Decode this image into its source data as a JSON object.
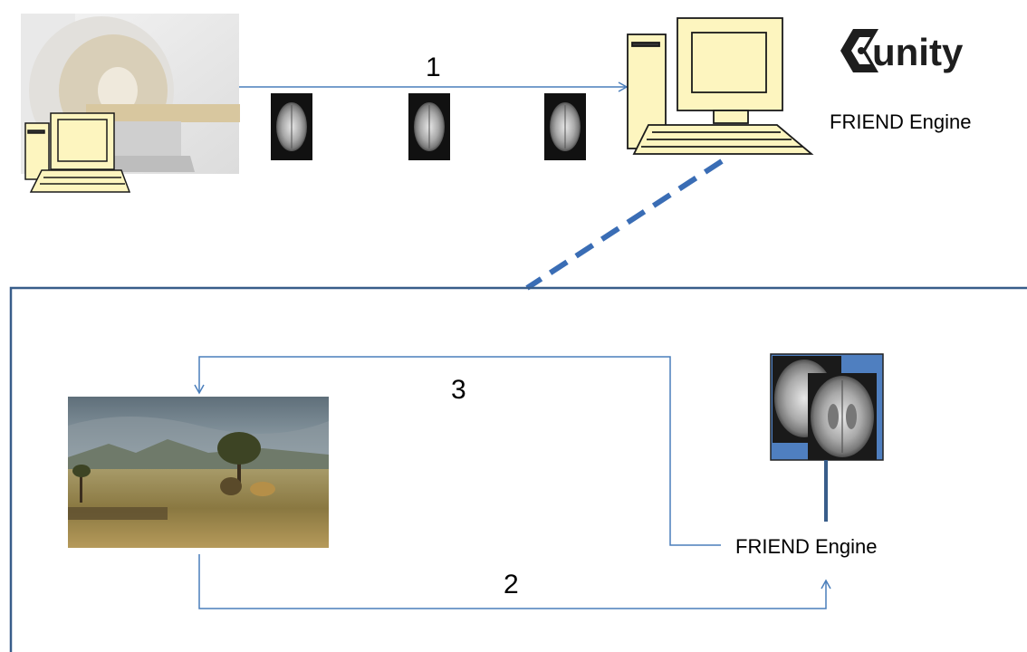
{
  "top": {
    "step1_label": "1",
    "engine_label": "FRIEND Engine",
    "unity_logo_text": "unity"
  },
  "bottom": {
    "step2_label": "2",
    "step3_label": "3",
    "engine_label": "FRIEND Engine"
  },
  "colors": {
    "arrow": "#4a7ebb",
    "dashed_link": "#3a6db5",
    "panel_border": "#385d8a",
    "monitor_fill": "#fdf5bf",
    "monitor_stroke": "#1a1a1a",
    "brain_backdrop": "#4f7fc0"
  },
  "icons": [
    "mri-scanner-image",
    "computer-icon",
    "brain-slice-image",
    "unity-logo",
    "landscape-image"
  ]
}
